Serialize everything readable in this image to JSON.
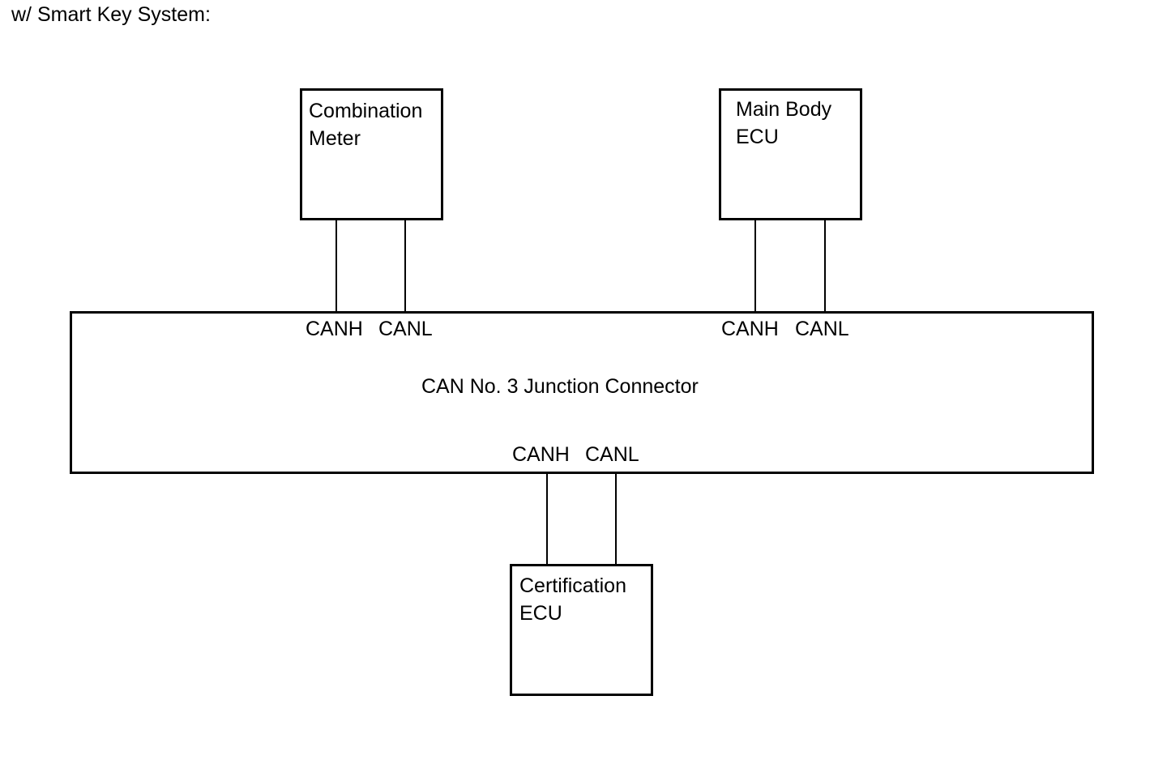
{
  "heading": "w/ Smart Key System:",
  "combination_meter": {
    "line1": "Combination",
    "line2": "Meter"
  },
  "main_body_ecu": {
    "line1": "Main Body",
    "line2": "ECU"
  },
  "certification_ecu": {
    "line1": "Certification",
    "line2": "ECU"
  },
  "junction": {
    "title": "CAN No. 3 Junction Connector",
    "meter_pins": {
      "h": "CANH",
      "l": "CANL"
    },
    "body_pins": {
      "h": "CANH",
      "l": "CANL"
    },
    "cert_pins": {
      "h": "CANH",
      "l": "CANL"
    }
  }
}
